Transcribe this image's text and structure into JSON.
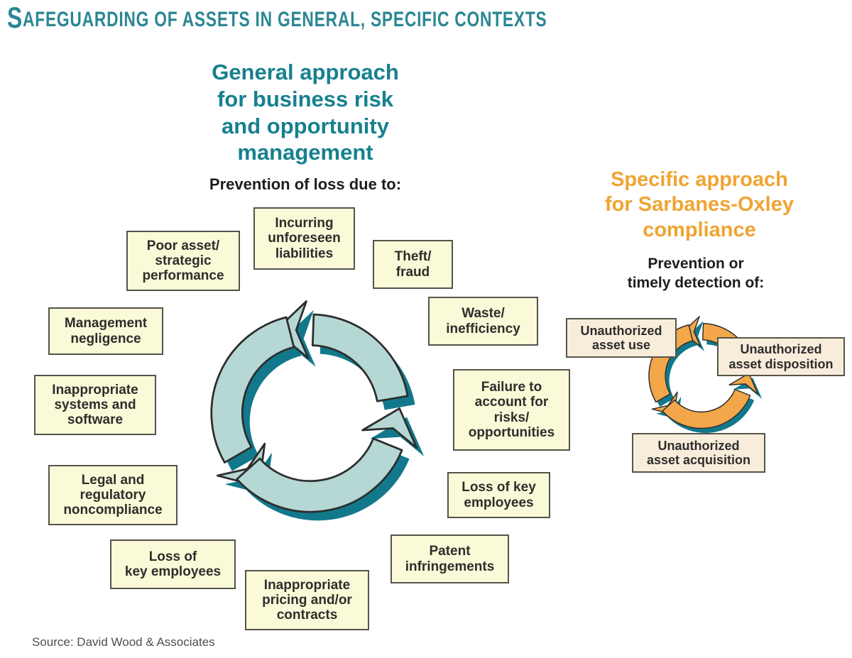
{
  "title": {
    "lead": "S",
    "rest": "afeguarding of assets in general, specific contexts"
  },
  "general": {
    "heading": "General approach\nfor business risk\nand opportunity\nmanagement",
    "subheading": "Prevention of loss due to:",
    "risks": [
      "Incurring\nunforeseen\nliabilities",
      "Poor asset/\nstrategic\nperformance",
      "Theft/\nfraud",
      "Waste/\ninefficiency",
      "Management\nnegligence",
      "Inappropriate\nsystems and\nsoftware",
      "Failure to\naccount for\nrisks/\nopportunities",
      "Legal and\nregulatory\nnoncompliance",
      "Loss of key\nemployees",
      "Loss of\nkey employees",
      "Patent\ninfringements",
      "Inappropriate\npricing and/or\ncontracts"
    ]
  },
  "specific": {
    "heading": "Specific approach\nfor Sarbanes-Oxley\ncompliance",
    "subheading": "Prevention or\ntimely detection of:",
    "risks": [
      "Unauthorized\nasset use",
      "Unauthorized\nasset disposition",
      "Unauthorized\nasset acquisition"
    ]
  },
  "source": "Source: David Wood & Associates",
  "colors": {
    "title_teal": "#2b8794",
    "heading_teal": "#17808f",
    "heading_orange": "#f0a432",
    "cycle_light_teal": "#b5d8d5",
    "cycle_orange": "#f3a74a",
    "cycle_shadow_teal": "#11798b",
    "note_yellow_bg": "#fafad8",
    "note_beige_bg": "#f7edda",
    "note_border": "#54544a"
  }
}
